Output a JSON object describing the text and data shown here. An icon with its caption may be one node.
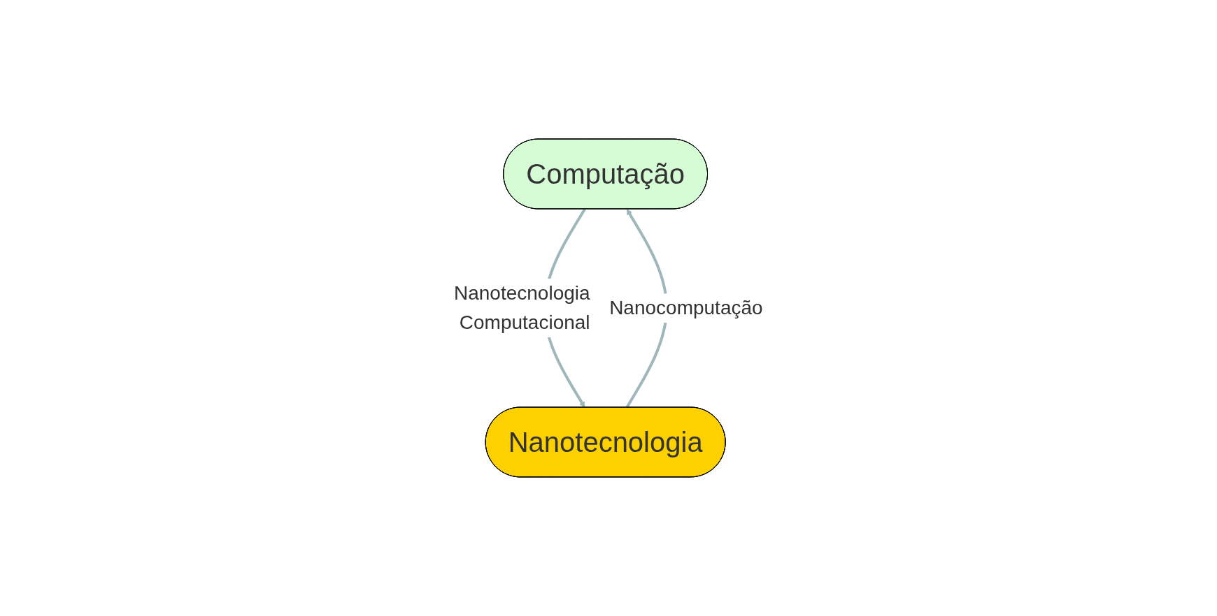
{
  "diagram": {
    "nodes": [
      {
        "text": [
          "Computação"
        ]
      },
      {
        "text": [
          "Nanotecnologia"
        ]
      }
    ],
    "edges": [
      {
        "from": 1,
        "to": 0,
        "arrow": "to",
        "label": "Nanocomputação"
      },
      {
        "from": 0,
        "to": 1,
        "arrow": "to",
        "label": "Nanotecnologia Computacional"
      }
    ]
  }
}
